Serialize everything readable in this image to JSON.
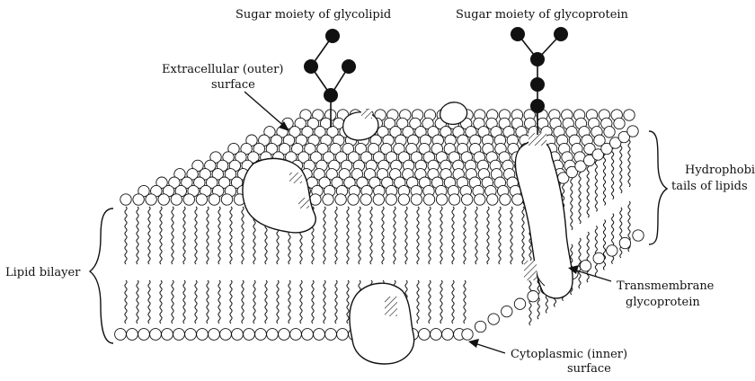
{
  "labels": {
    "glycolipid_sugar": "Sugar moiety of glycolipid",
    "glycoprotein_sugar": "Sugar moiety of glycoprotein",
    "extracellular_line1": "Extracellular (outer)",
    "extracellular_line2": "surface",
    "hydrophobic_line1": "Hydrophobic",
    "hydrophobic_line2": "tails of lipids",
    "lipid_bilayer": "Lipid bilayer",
    "transmembrane_line1": "Transmembrane",
    "transmembrane_line2": "glycoprotein",
    "cytoplasmic_line1": "Cytoplasmic (inner)",
    "cytoplasmic_line2": "surface"
  },
  "colors": {
    "ink": "#111111",
    "head_fill": "#ffffff",
    "protein_fill": "#ffffff",
    "sugar_fill": "#111111"
  }
}
